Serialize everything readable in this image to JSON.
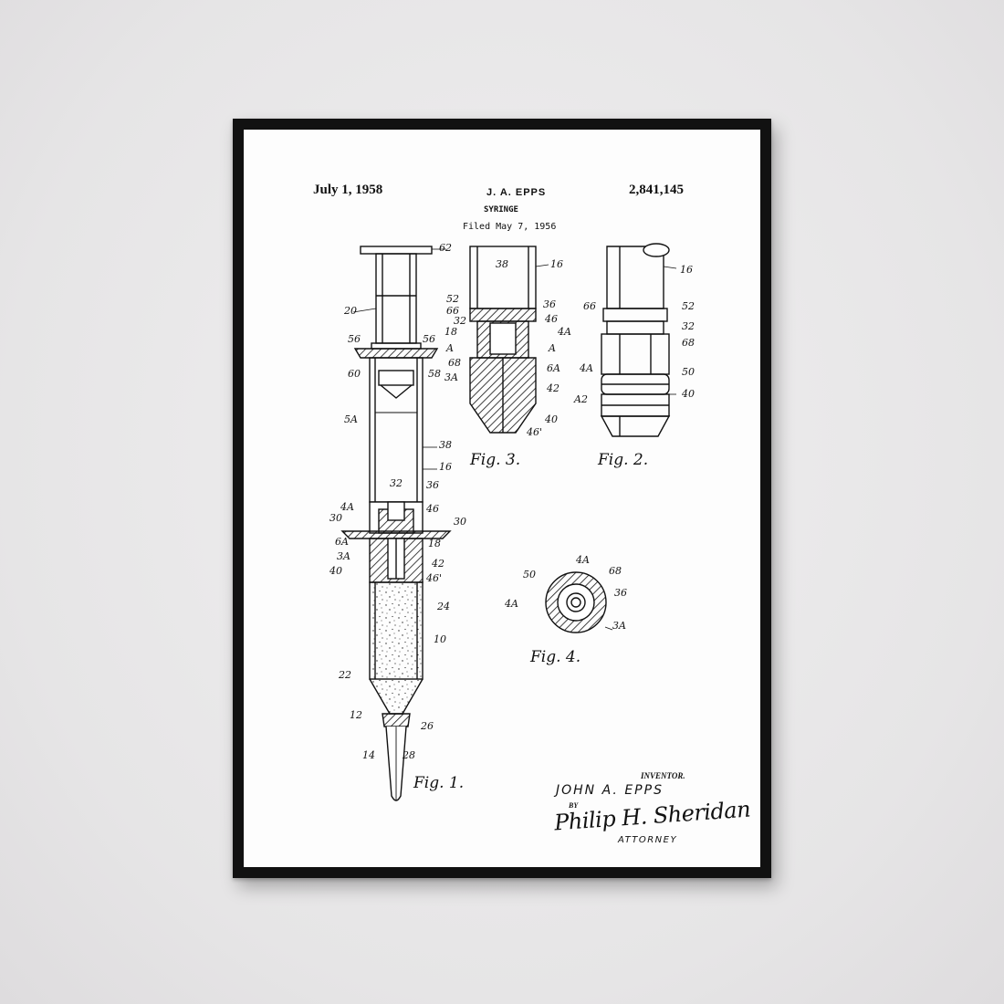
{
  "patent": {
    "date": "July 1, 1958",
    "inventor_header": "J. A. EPPS",
    "number": "2,841,145",
    "title": "SYRINGE",
    "filed": "Filed May 7, 1956"
  },
  "figures": {
    "fig1": "Fig. 1.",
    "fig2": "Fig. 2.",
    "fig3": "Fig. 3.",
    "fig4": "Fig. 4."
  },
  "fig1_labels": [
    "62",
    "20",
    "56",
    "56",
    "60",
    "58",
    "5A",
    "38",
    "16",
    "32",
    "36",
    "4A",
    "46",
    "30",
    "30",
    "6A",
    "18",
    "3A",
    "42",
    "40",
    "46'",
    "24",
    "10",
    "22",
    "12",
    "26",
    "14",
    "28"
  ],
  "fig3_labels": [
    "38",
    "16",
    "52",
    "66",
    "36",
    "46",
    "32",
    "4A",
    "18",
    "A",
    "A",
    "68",
    "6A",
    "3A",
    "42",
    "40",
    "46'"
  ],
  "fig2_labels": [
    "16",
    "66",
    "52",
    "32",
    "68",
    "4A",
    "50",
    "A2",
    "40"
  ],
  "fig4_labels": [
    "4A",
    "68",
    "50",
    "36",
    "4A",
    "3A"
  ],
  "signature": {
    "inventor_label": "INVENTOR.",
    "inventor_name": "JOHN A. EPPS",
    "by": "BY",
    "attorney_signature": "Philip H. Sheridan",
    "attorney_label": "ATTORNEY"
  },
  "colors": {
    "ink": "#111111",
    "paper": "#fdfdfd",
    "frame": "#111111",
    "wall": "#e9e8e9"
  }
}
